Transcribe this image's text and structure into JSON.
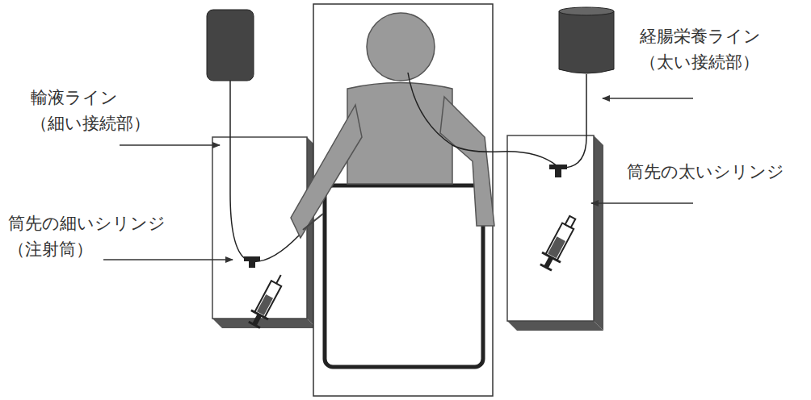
{
  "diagram": {
    "labels": [
      "輸液ライン （細い接続部）",
      "経腸栄養ライン （太い接続部）",
      "筒先の細いシリンジ （注射筒）",
      "筒先の太いシリンジ"
    ]
  }
}
